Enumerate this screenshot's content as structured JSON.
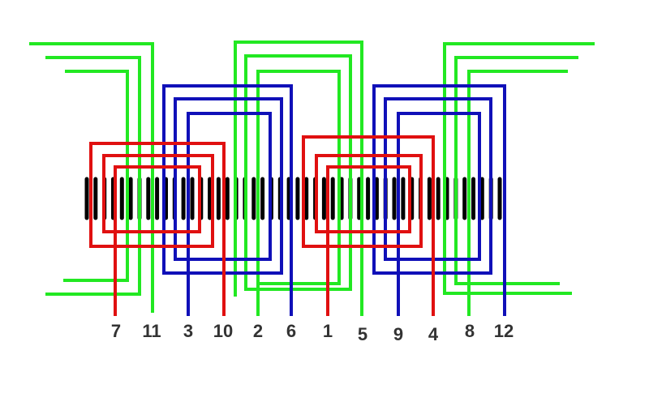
{
  "colors": {
    "red": "#e01010",
    "green": "#22e822",
    "blue": "#1010b8",
    "slot": "#000000",
    "label": "#333333"
  },
  "terminals": [
    "7",
    "11",
    "3",
    "10",
    "2",
    "6",
    "1",
    "5",
    "9",
    "4",
    "8",
    "12"
  ]
}
